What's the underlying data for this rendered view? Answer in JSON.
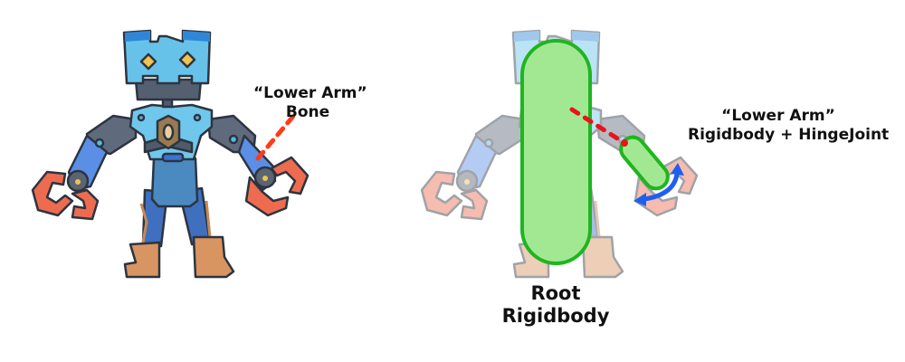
{
  "left_panel": {
    "label_line1": "“Lower Arm”",
    "label_line2": "Bone"
  },
  "right_panel": {
    "joint_label_line1": "“Lower Arm”",
    "joint_label_line2": "Rigidbody + HingeJoint",
    "root_label_line1": "Root",
    "root_label_line2": "Rigidbody"
  },
  "colors": {
    "collider_fill": "#a2e893",
    "collider_stroke": "#1fb51f",
    "bone_line": "#ff3b1a",
    "joint_line": "#e8141a",
    "rotation_arrow": "#1f5ff0"
  }
}
